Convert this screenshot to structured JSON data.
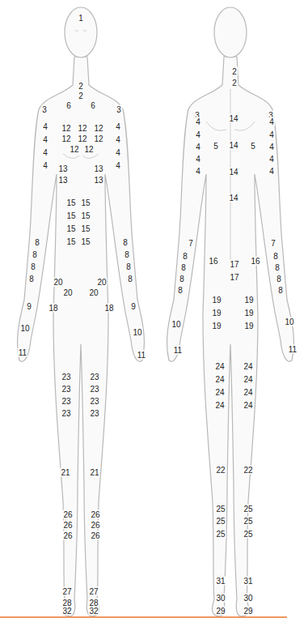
{
  "diagram": {
    "labels": [
      "1",
      "2",
      "2",
      "3",
      "6",
      "6",
      "3",
      "12",
      "12",
      "12",
      "4",
      "4",
      "12",
      "12",
      "12",
      "4",
      "4",
      "12",
      "12",
      "4",
      "4",
      "4",
      "4",
      "13",
      "13",
      "13",
      "13",
      "15",
      "15",
      "15",
      "15",
      "15",
      "15",
      "15",
      "15",
      "8",
      "8",
      "8",
      "8",
      "8",
      "8",
      "8",
      "8",
      "20",
      "20",
      "20",
      "20",
      "9",
      "9",
      "18",
      "18",
      "10",
      "10",
      "11",
      "11",
      "23",
      "23",
      "23",
      "23",
      "23",
      "23",
      "23",
      "23",
      "21",
      "21",
      "26",
      "26",
      "26",
      "26",
      "26",
      "26",
      "27",
      "27",
      "28",
      "28",
      "32",
      "32",
      "2",
      "2",
      "3",
      "3",
      "14",
      "4",
      "4",
      "4",
      "4",
      "5",
      "14",
      "5",
      "4",
      "4",
      "4",
      "4",
      "4",
      "4",
      "14",
      "14",
      "7",
      "7",
      "8",
      "8",
      "16",
      "17",
      "16",
      "8",
      "8",
      "17",
      "8",
      "8",
      "8",
      "8",
      "19",
      "19",
      "19",
      "19",
      "19",
      "19",
      "10",
      "10",
      "11",
      "11",
      "24",
      "24",
      "24",
      "24",
      "24",
      "24",
      "24",
      "24",
      "22",
      "22",
      "25",
      "25",
      "25",
      "25",
      "25",
      "25",
      "31",
      "31",
      "30",
      "30",
      "29",
      "29"
    ]
  }
}
